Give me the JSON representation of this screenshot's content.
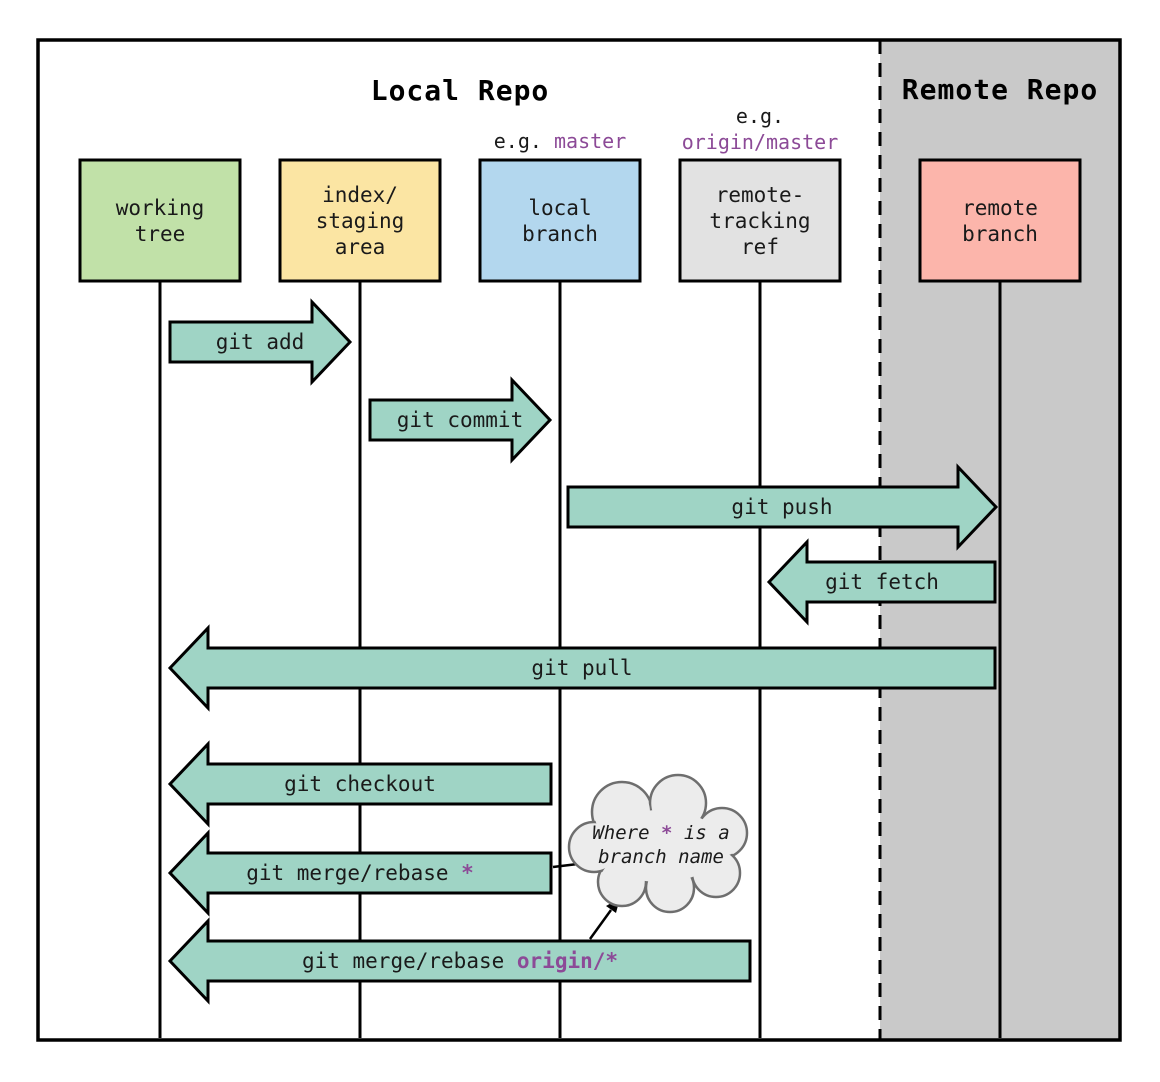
{
  "titles": {
    "local": "Local Repo",
    "remote": "Remote Repo"
  },
  "colors": {
    "arrow_fill": "#9fd4c5",
    "purple_accent": "#8c4a97",
    "remote_background": "#c9c9c9",
    "cloud_fill": "#ececec",
    "cloud_stroke": "#6e6e6e",
    "node_working_tree": "#c1e1a8",
    "node_index_staging": "#fbe5a3",
    "node_local_branch": "#b3d7ee",
    "node_remote_tracking": "#e2e2e2",
    "node_remote_branch": "#fcb5ab"
  },
  "nodes": [
    {
      "label": "working\ntree"
    },
    {
      "label": "index/\nstaging\narea"
    },
    {
      "label": "local\nbranch"
    },
    {
      "label": "remote-\ntracking\nref"
    },
    {
      "label": "remote\nbranch"
    }
  ],
  "examples": {
    "local_branch_prefix": "e.g. ",
    "local_branch_value": "master",
    "remote_tracking_prefix": "e.g.",
    "remote_tracking_value": "origin/master"
  },
  "arrows": [
    {
      "label": "git add"
    },
    {
      "label": "git commit"
    },
    {
      "label": "git push"
    },
    {
      "label": "git fetch"
    },
    {
      "label": "git pull"
    },
    {
      "label": "git checkout"
    },
    {
      "label": "git merge/rebase ",
      "highlight": "*"
    },
    {
      "label": "git merge/rebase ",
      "highlight": "origin/*"
    }
  ],
  "cloud": {
    "line1_prefix": "Where ",
    "line1_star": "*",
    "line1_suffix": " is a",
    "line2": "branch name"
  }
}
